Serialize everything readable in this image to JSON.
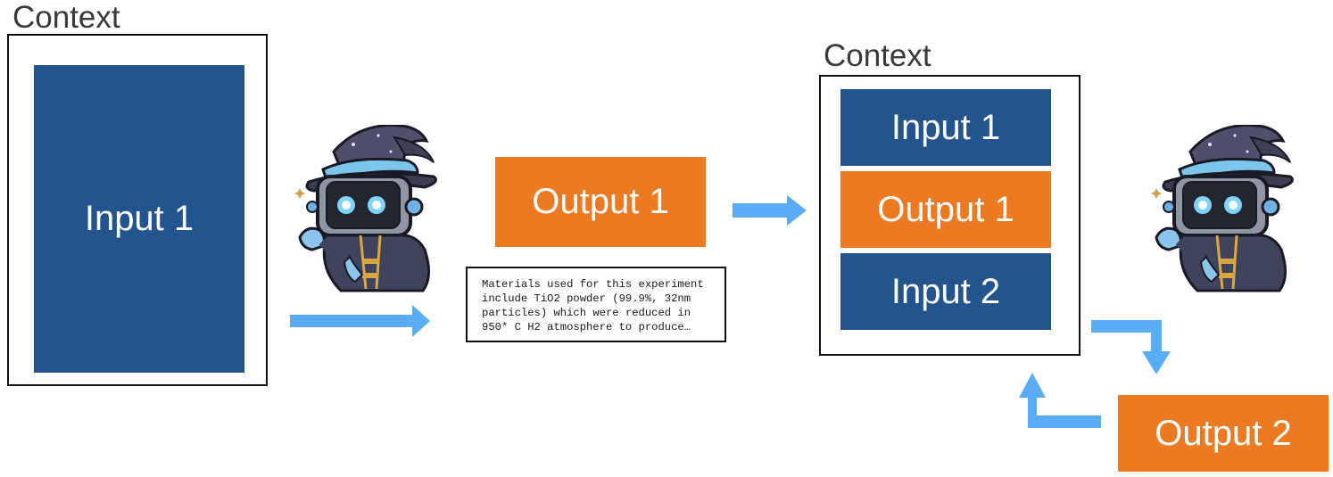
{
  "left_panel": {
    "context_label": "Context",
    "input_label": "Input 1"
  },
  "middle_panel": {
    "output_label": "Output 1",
    "sample_text_lines": [
      "Materials used for this experiment",
      "include TiO2 powder (99.9%, 32nm",
      "particles) which were reduced in",
      "950* C H2 atmosphere to produce…"
    ]
  },
  "right_panel": {
    "context_label": "Context",
    "stack": [
      {
        "label": "Input 1",
        "color": "#23548d"
      },
      {
        "label": "Output 1",
        "color": "#eb7a23"
      },
      {
        "label": "Input 2",
        "color": "#23548d"
      }
    ],
    "output_label": "Output 2"
  },
  "colors": {
    "input_blue": "#23548d",
    "output_orange": "#eb7a23",
    "arrow_blue": "#5aacf5"
  },
  "icons": {
    "mascot_left": "wizard-robot-icon",
    "mascot_right": "wizard-robot-icon",
    "sparkle": "sparkle-icon"
  }
}
